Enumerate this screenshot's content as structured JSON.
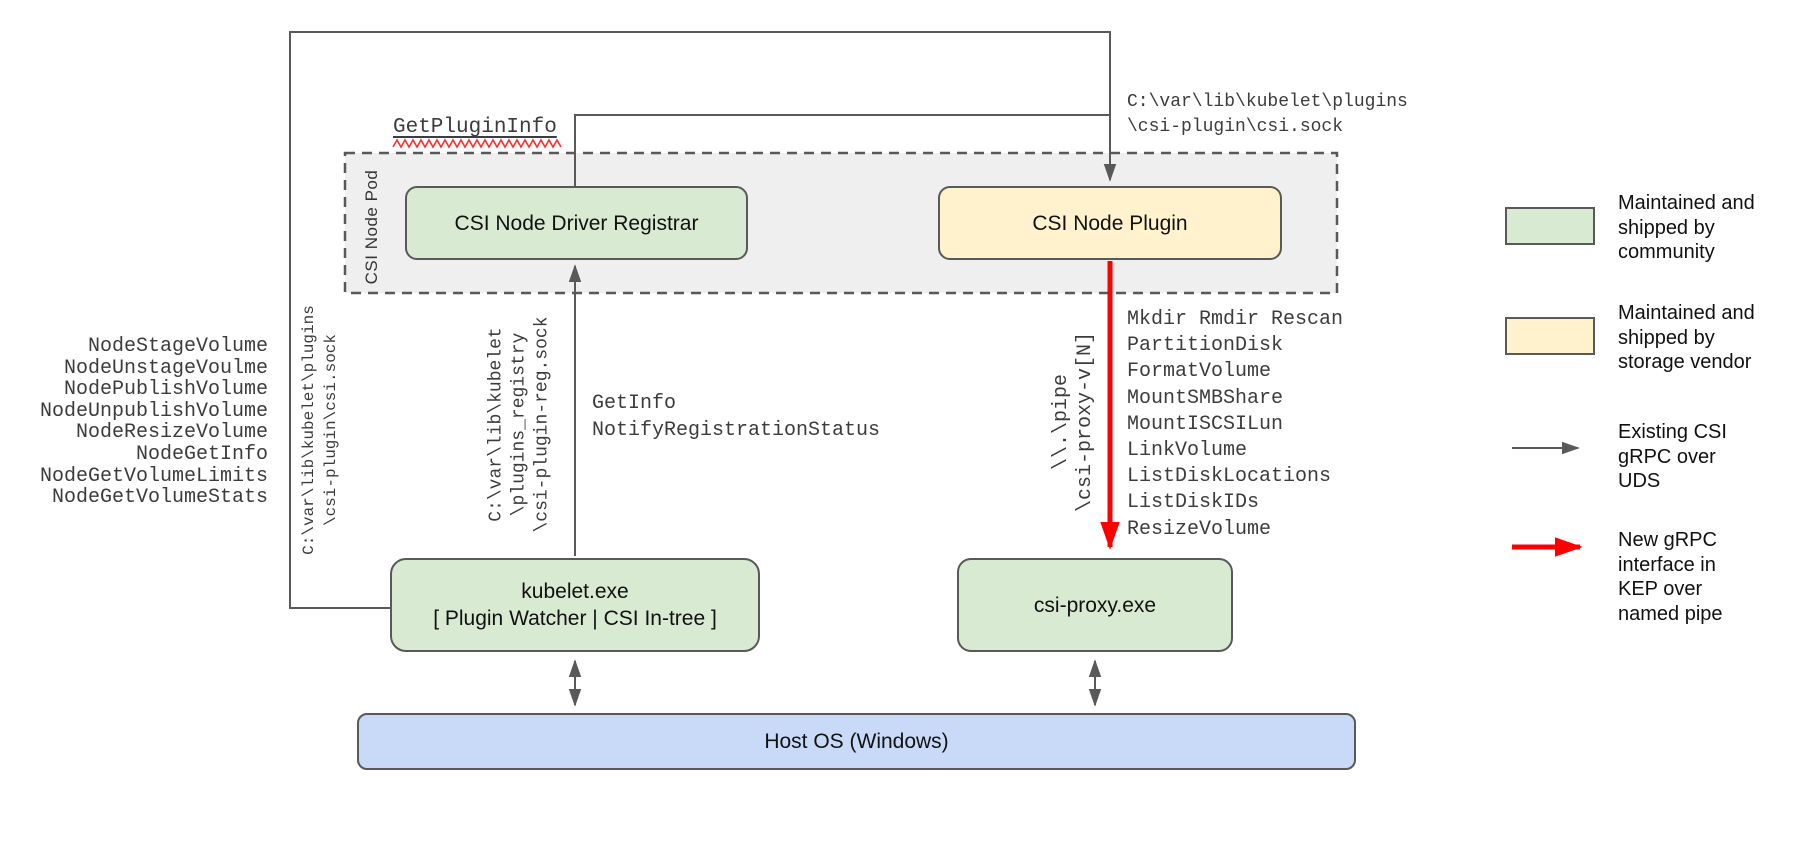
{
  "palette": {
    "line": "#595959",
    "community": "#d9ead3",
    "vendor": "#fff2cc",
    "host": "#c9daf8",
    "pod": "#efefef",
    "red": "#ff0000",
    "squiggle": "#ff2d2d"
  },
  "nodes": {
    "pod_label": "CSI Node Pod",
    "registrar": "CSI Node Driver Registrar",
    "plugin": "CSI Node Plugin",
    "kubelet_line1": "kubelet.exe",
    "kubelet_line2": "[ Plugin Watcher | CSI In-tree ]",
    "csi_proxy": "csi-proxy.exe",
    "host_os": "Host OS (Windows)"
  },
  "annotations": {
    "get_plugin_info": "GetPluginInfo",
    "csi_sock_path": [
      "C:\\var\\lib\\kubelet\\plugins",
      "\\csi-plugin\\csi.sock"
    ],
    "registration_sock_path": [
      "C:\\var\\lib\\kubelet",
      "\\plugins_registry",
      "\\csi-plugin-reg.sock"
    ],
    "named_pipe_path": [
      "\\\\.\\pipe",
      "\\csi-proxy-v[N]"
    ],
    "kubelet_csi_methods": [
      "NodeStageVolume",
      "NodeUnstageVoulme",
      "NodePublishVolume",
      "NodeUnpublishVolume",
      "NodeResizeVolume",
      "NodeGetInfo",
      "NodeGetVolumeLimits",
      "NodeGetVolumeStats"
    ],
    "registration_methods": [
      "GetInfo",
      "NotifyRegistrationStatus"
    ],
    "csi_proxy_methods": [
      "Mkdir Rmdir Rescan",
      "PartitionDisk",
      "FormatVolume",
      "MountSMBShare",
      "MountISCSILun",
      "LinkVolume",
      "ListDiskLocations",
      "ListDiskIDs",
      "ResizeVolume"
    ]
  },
  "legend": {
    "items": [
      {
        "key": "community-box",
        "lines": [
          "Maintained and",
          "shipped by",
          "community"
        ]
      },
      {
        "key": "vendor-box",
        "lines": [
          "Maintained and",
          "shipped by",
          "storage vendor"
        ]
      },
      {
        "key": "existing-grpc",
        "lines": [
          "Existing CSI",
          "gRPC over",
          "UDS"
        ]
      },
      {
        "key": "new-grpc",
        "lines": [
          "New gRPC",
          "interface in",
          "KEP over",
          "named pipe"
        ]
      }
    ]
  }
}
